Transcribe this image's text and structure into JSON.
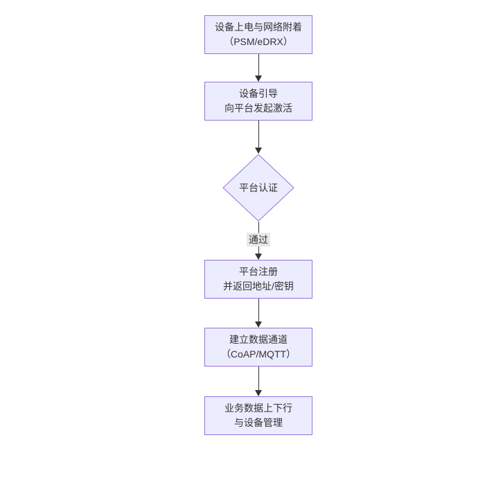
{
  "diagram": {
    "type": "flowchart-vertical",
    "colors": {
      "background": "#ffffff",
      "node_fill": "#ECECFF",
      "node_border": "#9370DB",
      "text": "#333333",
      "edge": "#333333",
      "edge_label_bg": "#e8e8e8"
    },
    "nodes": [
      {
        "id": "power-attach",
        "shape": "rect",
        "lines": [
          "设备上电与网络附着",
          "（PSM/eDRX）"
        ]
      },
      {
        "id": "bootstrap",
        "shape": "rect",
        "lines": [
          "设备引导",
          "向平台发起激活"
        ]
      },
      {
        "id": "auth",
        "shape": "diamond",
        "lines": [
          "平台认证"
        ]
      },
      {
        "id": "register",
        "shape": "rect",
        "lines": [
          "平台注册",
          "并返回地址/密钥"
        ]
      },
      {
        "id": "channel",
        "shape": "rect",
        "lines": [
          "建立数据通道",
          "（CoAP/MQTT）"
        ]
      },
      {
        "id": "business",
        "shape": "rect",
        "lines": [
          "业务数据上下行",
          "与设备管理"
        ]
      }
    ],
    "edges": [
      {
        "from": "power-attach",
        "to": "bootstrap",
        "label": ""
      },
      {
        "from": "bootstrap",
        "to": "auth",
        "label": ""
      },
      {
        "from": "auth",
        "to": "register",
        "label": "通过"
      },
      {
        "from": "register",
        "to": "channel",
        "label": ""
      },
      {
        "from": "channel",
        "to": "business",
        "label": ""
      }
    ]
  }
}
